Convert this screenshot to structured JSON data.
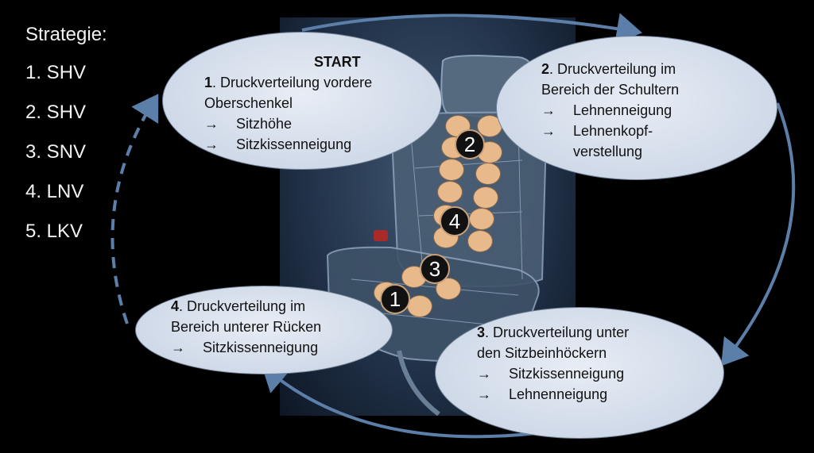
{
  "strategy": {
    "title": "Strategie:",
    "items": [
      "1. SHV",
      "2. SHV",
      "3. SNV",
      "4. LNV",
      "5. LKV"
    ]
  },
  "nodes": {
    "start": {
      "heading": "START",
      "num": "1",
      "line1": ". Druckverteilung vordere",
      "line2": "Oberschenkel",
      "bullets": [
        "Sitzhöhe",
        "Sitzkissenneigung"
      ]
    },
    "n2": {
      "num": "2",
      "line1": ". Druckverteilung im",
      "line2": "Bereich der Schultern",
      "bullets": [
        "Lehnenneigung",
        "Lehnenkopf-",
        "verstellung"
      ]
    },
    "n3": {
      "num": "3",
      "line1": ". Druckverteilung unter",
      "line2": "den Sitzbeinhöckern",
      "bullets": [
        "Sitzkissenneigung",
        "Lehnenneigung"
      ]
    },
    "n4": {
      "num": "4",
      "line1": ". Druckverteilung im",
      "line2": "Bereich unterer Rücken",
      "bullets": [
        "Sitzkissenneigung"
      ]
    }
  },
  "arrow_glyph": "→",
  "zones": [
    "1",
    "2",
    "3",
    "4"
  ]
}
